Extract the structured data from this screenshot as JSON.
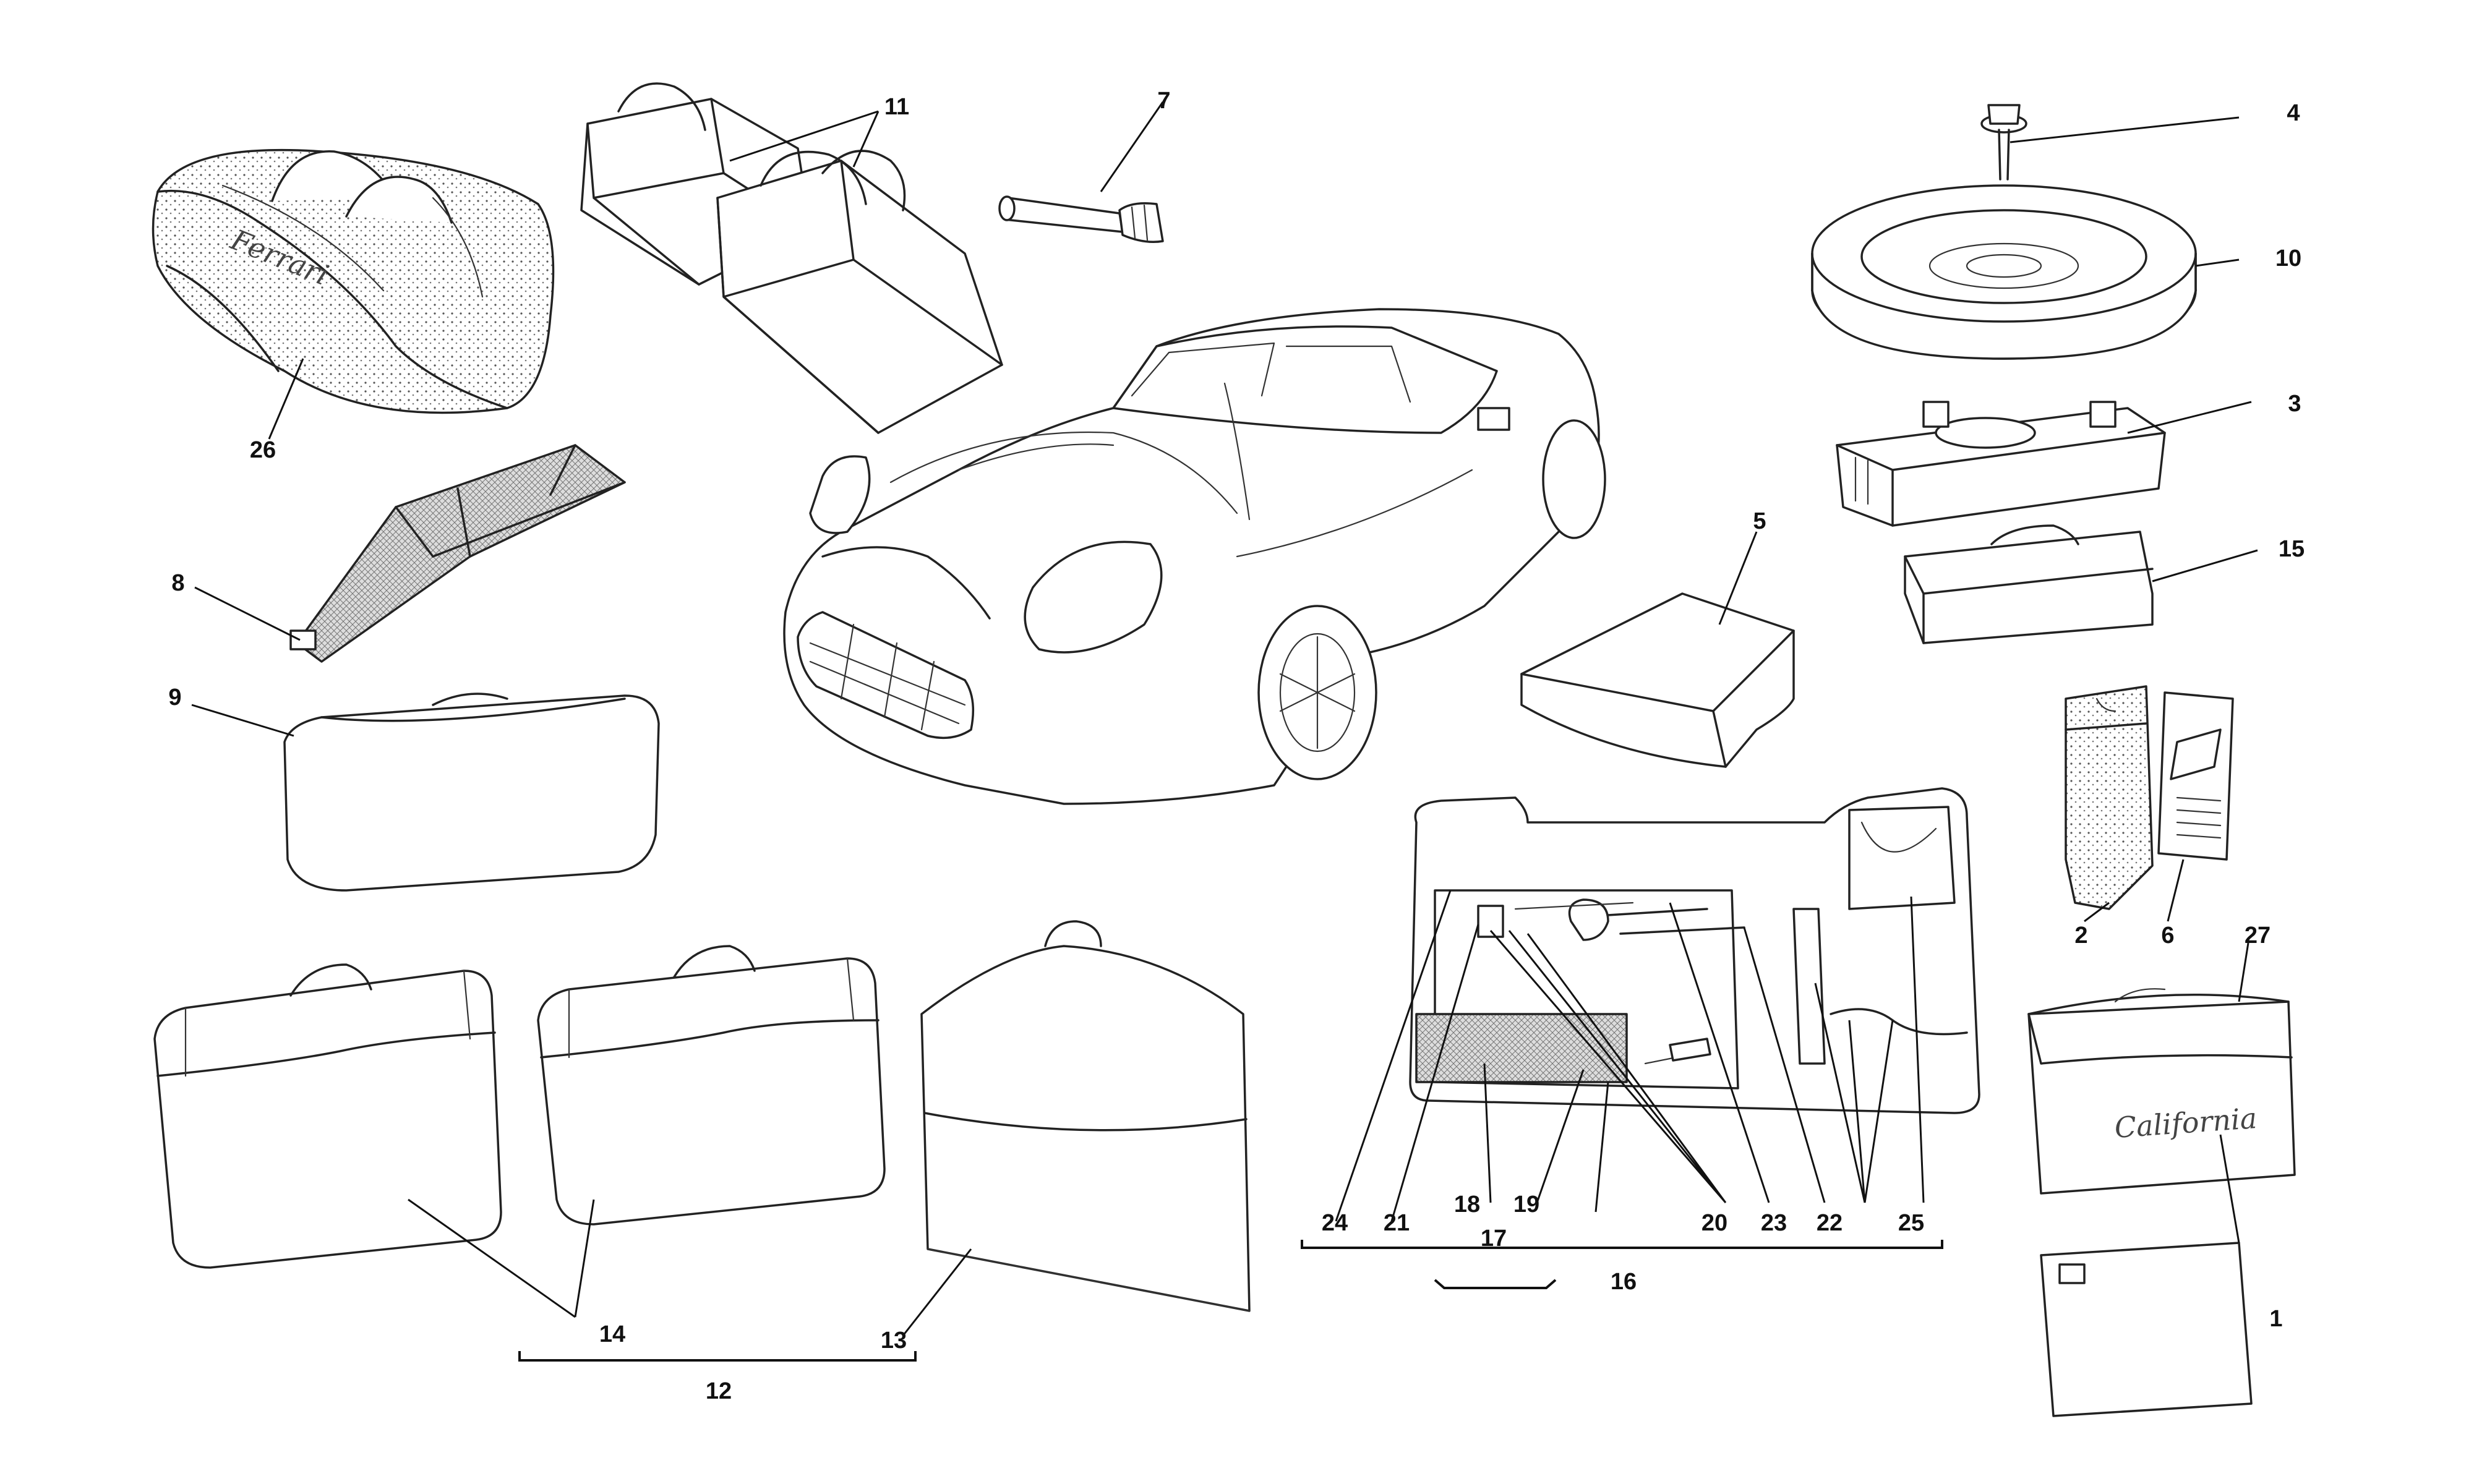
{
  "callouts": {
    "c1": "1",
    "c2": "2",
    "c3": "3",
    "c4": "4",
    "c5": "5",
    "c6": "6",
    "c7": "7",
    "c8": "8",
    "c9": "9",
    "c10": "10",
    "c11": "11",
    "c12": "12",
    "c13": "13",
    "c14": "14",
    "c15": "15",
    "c16": "16",
    "c17": "17",
    "c18": "18",
    "c19": "19",
    "c20": "20",
    "c21": "21",
    "c22": "22",
    "c23": "23",
    "c24": "24",
    "c25": "25",
    "c26": "26",
    "c27": "27"
  },
  "artwork": {
    "duffel_bag_logo": "Ferrari",
    "document_case_script": "California"
  },
  "colors": {
    "ink": "#222222",
    "paper": "#ffffff"
  }
}
